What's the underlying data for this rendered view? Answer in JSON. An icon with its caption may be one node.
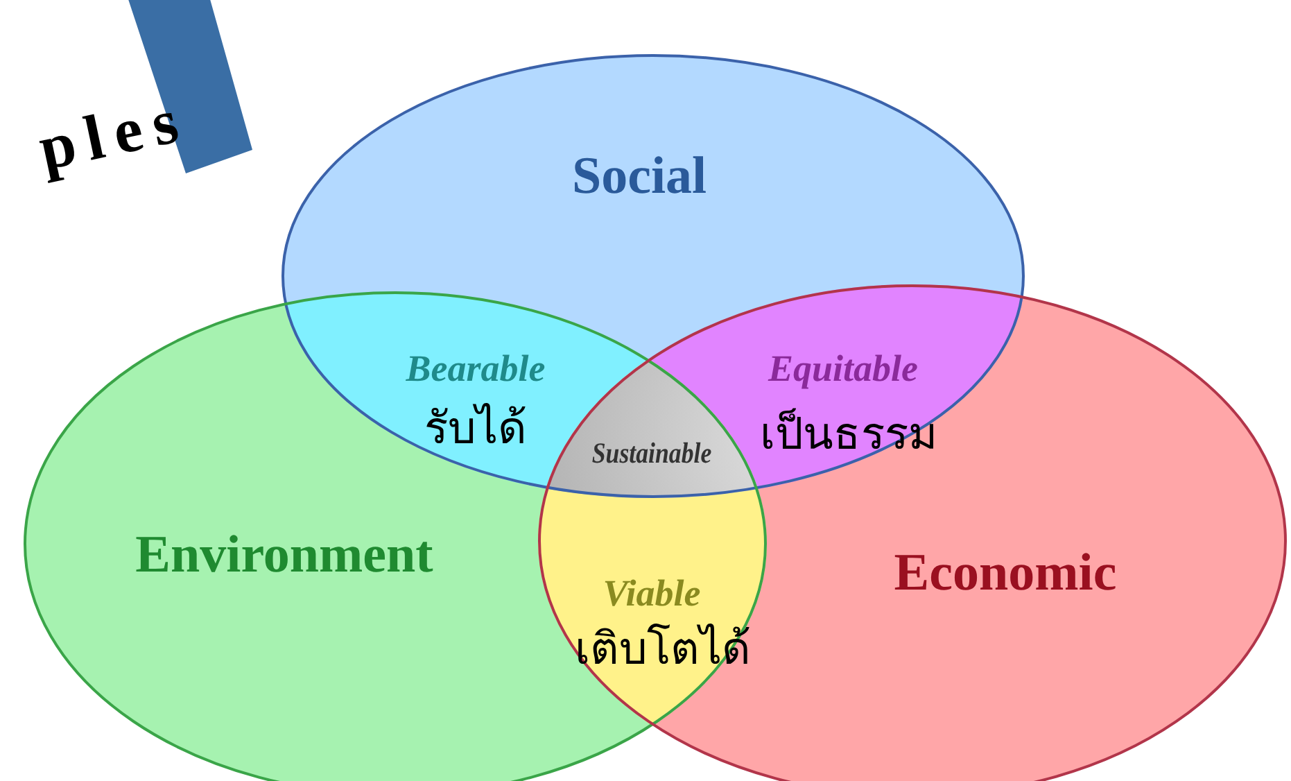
{
  "diagram": {
    "nodes": [
      {
        "text": [
          "Social"
        ]
      },
      {
        "text": [
          "Environment"
        ]
      },
      {
        "text": [
          "Economic"
        ]
      },
      {
        "text": [],
        "shape": "bar"
      }
    ],
    "labels": [
      "ples",
      "Bearable",
      "รับได้",
      "Equitable",
      "เป็นธรรม",
      "Sustainable",
      "Viable",
      "เติบโตได้"
    ]
  }
}
